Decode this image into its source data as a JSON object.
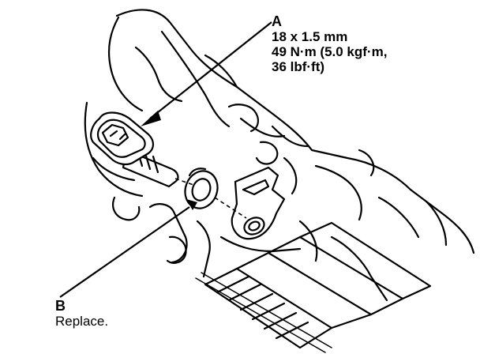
{
  "callout_a": {
    "letter": "A",
    "size": "18 x 1.5 mm",
    "torque_line1": "49 N·m (5.0 kgf·m,",
    "torque_line2": "36 lbf·ft)"
  },
  "callout_b": {
    "letter": "B",
    "note": "Replace."
  }
}
